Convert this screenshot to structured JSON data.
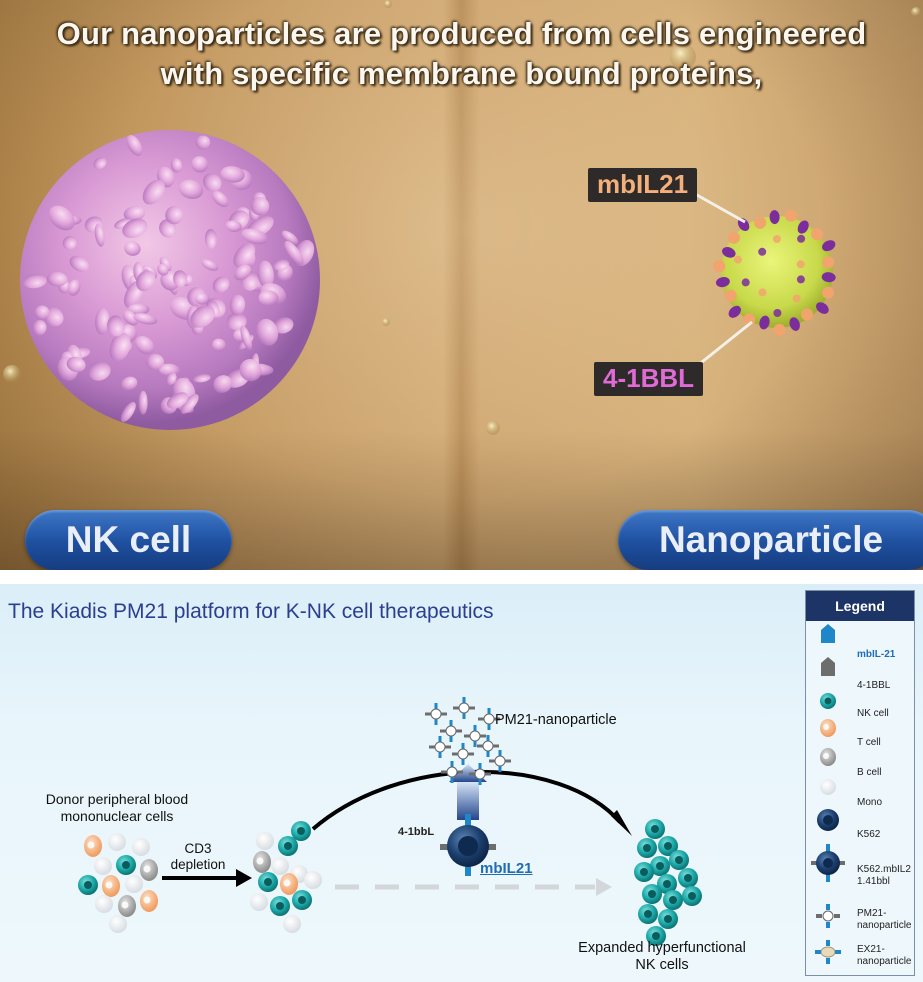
{
  "video": {
    "caption_line1": "Our nanoparticles are produced from cells engineered",
    "caption_line2": "with specific membrane bound proteins,",
    "tag_mbil21": "mbIL21",
    "tag_41bbl": "4-1BBL",
    "pill_nk": "NK cell",
    "pill_nano": "Nanoparticle"
  },
  "diagram": {
    "title": "The Kiadis PM21 platform for K-NK cell therapeutics",
    "donor_line1": "Donor peripheral blood",
    "donor_line2": "mononuclear cells",
    "cd3_line1": "CD3",
    "cd3_line2": "depletion",
    "pm21_label": "PM21-nanoparticle",
    "label_41bbl": "4-1bbL",
    "label_mbil21": "mbIL21",
    "expanded_line1": "Expanded hyperfunctional",
    "expanded_line2": "NK cells"
  },
  "legend": {
    "title": "Legend",
    "items": [
      {
        "label": "mbIL-21",
        "icon": "mbil21-protein-icon",
        "color": "#1f86c8"
      },
      {
        "label": "4-1BBL",
        "icon": "41bbl-protein-icon",
        "color": "#6d6d6d"
      },
      {
        "label": "NK cell",
        "icon": "nk-cell-icon",
        "color": "#1aa8a8"
      },
      {
        "label": "T cell",
        "icon": "t-cell-icon",
        "color": "#f4a673"
      },
      {
        "label": "B cell",
        "icon": "b-cell-icon",
        "color": "#9a9a9a"
      },
      {
        "label": "Mono",
        "icon": "mono-cell-icon",
        "color": "#f2f2f2"
      },
      {
        "label": "K562",
        "icon": "k562-cell-icon",
        "color": "#1c3f6e"
      },
      {
        "label_line1": "K562.mbIL2",
        "label_line2": "1.41bbl",
        "icon": "k562-engineered-icon"
      },
      {
        "label_line1": "PM21-",
        "label_line2": "nanoparticle",
        "icon": "pm21-nanoparticle-icon"
      },
      {
        "label_line1": "EX21-",
        "label_line2": "nanoparticle",
        "icon": "ex21-nanoparticle-icon"
      }
    ]
  },
  "colors": {
    "title_blue": "#2b3f91",
    "nk_teal": "#1aa8a8",
    "t_orange": "#f4a673",
    "pill_blue": "#1e4f9f"
  }
}
